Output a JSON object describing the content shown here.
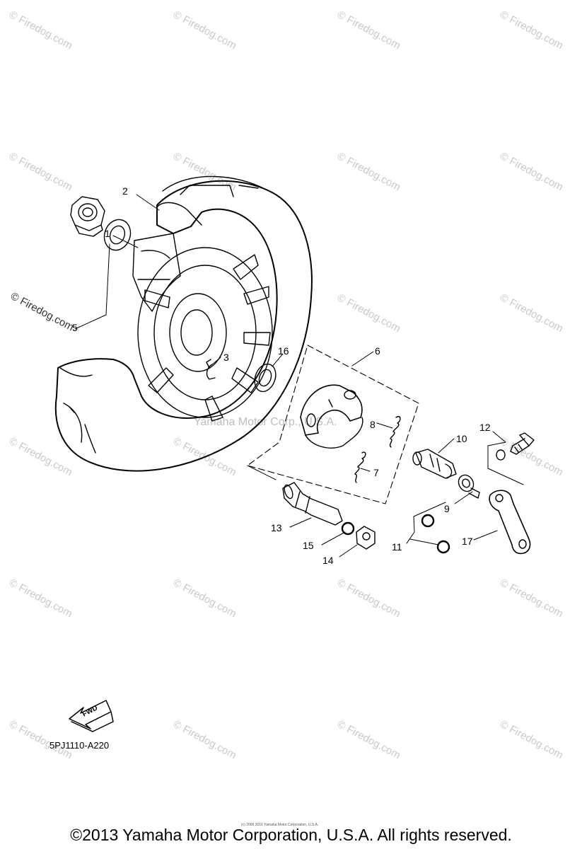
{
  "watermark": {
    "text": "© Firedog.com"
  },
  "center_watermark": "Yamaha Motor Corp., U.S.A.",
  "callouts": {
    "c1": "1",
    "c2": "2",
    "c3": "3",
    "c5": "5",
    "c6": "6",
    "c7": "7",
    "c8": "8",
    "c9": "9",
    "c10": "10",
    "c11": "11",
    "c12": "12",
    "c13": "13",
    "c14": "14",
    "c15": "15",
    "c16": "16",
    "c17": "17"
  },
  "fwd_label": "FWD",
  "diagram_code": "5PJ1110-A220",
  "tiny_copyright": "(c) 2006 2016 Yamaha Motor Corporation, U.S.A.",
  "footer": "©2013 Yamaha Motor Corporation, U.S.A. All rights reserved.",
  "colors": {
    "line": "#000000",
    "watermark": "#c9c9c9"
  }
}
